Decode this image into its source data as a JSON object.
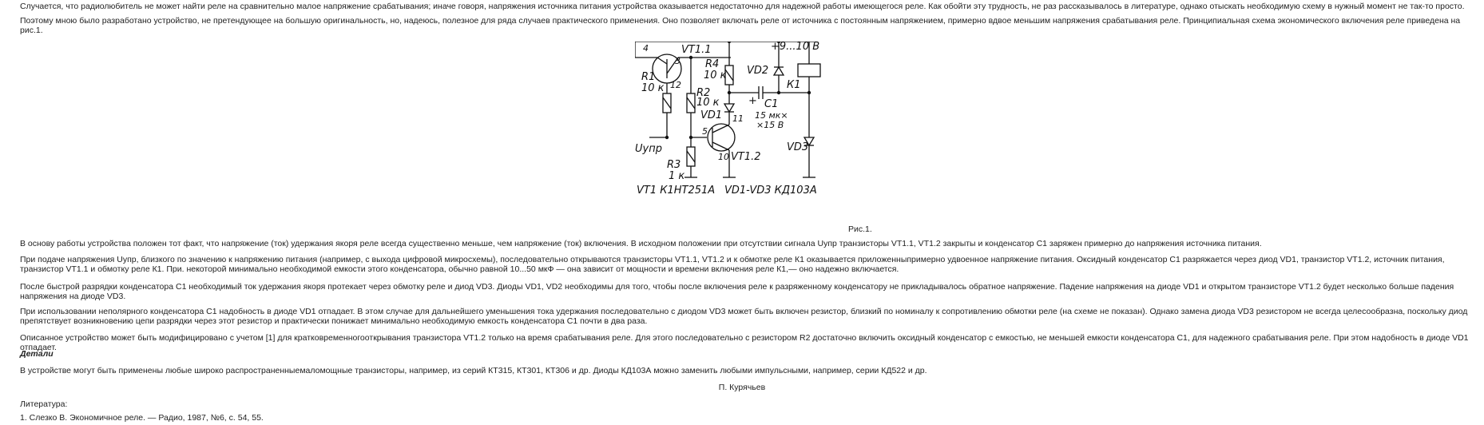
{
  "paragraphs": {
    "p1": "Случается, что радиолюбитель не может найти реле на сравнительно малое напряжение срабатывания; иначе говоря, напряжения источника питания устройства оказывается недостаточно для надежной работы имеющегося реле. Как обойти эту трудность, не раз рассказывалось в литературе, однако отыскать необходимую схему в нужный момент не так-то просто.",
    "p2": "Поэтому мною было разработано устройство, не претендующее на большую оригинальность, но, надеюсь, полезное для ряда случаев практического применения. Оно позволяет включать реле от источника с постоянным напряжением, примерно вдвое меньшим напряжения срабатывания реле. Принципиальная схема экономического включения реле приведена на рис.1.",
    "p3": "В основу работы устройства положен тот факт, что напряжение (ток) удержания якоря реле всегда существенно меньше, чем напряжение (ток) включения. В исходном положении при отсутствии сигнала Uупр транзисторы VT1.1, VT1.2 закрыты и конденсатор С1 заряжен примерно до напряжения источника питания.",
    "p4": "При подаче напряжения Uупр, близкого по значению к напряжению питания (например, с выхода цифровой микросхемы), последовательно открываются транзисторы VT1.1, VT1.2 и к обмотке реле К1 оказывается приложенныпримерно удвоенное напряжение питания. Оксидный конденсатор С1 разряжается через диод VD1, транзистор VT1.2, источник питания, транзистор VT1.1 и обмотку реле К1. При. некоторой минимально необходимой емкости этого конденсатора, обычно равной 10...50 мкФ — она зависит от мощности и времени включения реле К1,— оно надежно включается.",
    "p5": "После быстрой разрядки конденсатора С1 необходимый ток удержания якоря протекает через обмотку реле и диод VD3. Диоды VD1, VD2 необходимы для того, чтобы после включения реле к разряженному конденсатору не прикладывалось обратное напряжение. Падение напряжения на диоде VD1 и открытом транзисторе VT1.2 будет несколько больше падения напряжения на диоде VD3.",
    "p6": "При использовании неполярного конденсатора С1 надобность в диоде VD1 отпадает. В этом случае для дальнейшего уменьшения тока удержания последовательно с диодом VD3 может быть включен резистор, близкий по номиналу к сопротивлению обмотки реле (на схеме не показан). Однако замена диода VD3 резистором не всегда целесообразна, поскольку диод препятствует возникновению цепи разрядки через этот резистор и практически понижает минимально необходимую емкость конденсатора С1 почти в два раза.",
    "p7": "Описанное устройство может быть модифицировано с учетом [1] для кратковременногооткрывания транзистора VT1.2 только на время срабатывания реле. Для этого последовательно с резистором R2 достаточно включить оксидный конденсатор с емкостью, не меньшей емкости конденсатора С1, для надежного срабатывания реле. При этом надобность в диоде VD1 отпадает.",
    "details_heading": "Детали",
    "p8": "В устройстве могут быть применены любые широко распространенныемаломощные транзисторы, например, из серий КТ315, КТ301, КТ306 и др. Диоды КД103А можно заменить любыми импульсными, например, серии КД522 и др.",
    "author": "П. Курячьев",
    "literature_heading": "Литература:",
    "ref1": "1. Слезко В. Экономичное реле. — Радио, 1987, №6, с. 54, 55."
  },
  "figure": {
    "caption": "Рис.1.",
    "labels": {
      "vt11": "VT1.1",
      "vt12": "VT1.2",
      "supply": "+9...10 В",
      "r1": "R1",
      "r1v": "10 к",
      "r2": "R2",
      "r2v": "10 к",
      "r3": "R3",
      "r3v": "1 к",
      "r4": "R4",
      "r4v": "10 к",
      "vd1": "VD1",
      "vd2": "VD2",
      "vd3": "VD3",
      "k1": "К1",
      "c1": "С1",
      "c1v1": "15 мк×",
      "c1v2": "×15 В",
      "plus": "+",
      "uupr": "Uупр",
      "pin4": "4",
      "pin3": "3",
      "pin12": "12",
      "pin11": "11",
      "pin5": "5",
      "pin10": "10",
      "note1": "VT1  К1НТ251А",
      "note2": "VD1-VD3  КД103А"
    }
  }
}
